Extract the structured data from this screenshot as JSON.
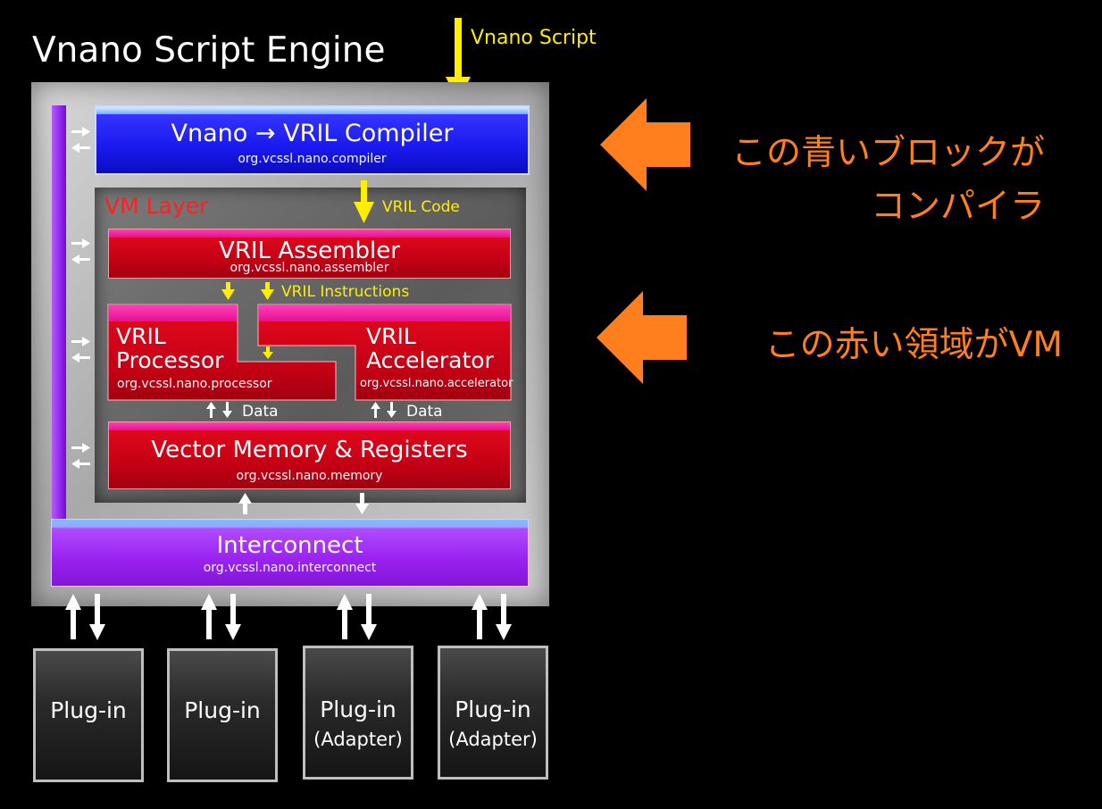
{
  "engine": {
    "title": "Vnano Script Engine",
    "script_input": "Vnano Script"
  },
  "compiler": {
    "title": "Vnano → VRIL  Compiler",
    "package": "org.vcssl.nano.compiler"
  },
  "vm_layer": {
    "title": "VM Layer",
    "code_label": "VRIL Code",
    "assembler": {
      "title": "VRIL Assembler",
      "package": "org.vcssl.nano.assembler"
    },
    "instructions_label": "VRIL Instructions",
    "processor": {
      "line1": "VRIL",
      "line2": "Processor",
      "package": "org.vcssl.nano.processor"
    },
    "accelerator": {
      "line1": "VRIL",
      "line2": "Accelerator",
      "package": "org.vcssl.nano.accelerator"
    },
    "data_label_left": "Data",
    "data_label_right": "Data",
    "memory": {
      "title": "Vector Memory & Registers",
      "package": "org.vcssl.nano.memory"
    }
  },
  "interconnect": {
    "title": "Interconnect",
    "package": "org.vcssl.nano.interconnect"
  },
  "plugins": [
    {
      "label": "Plug-in",
      "sub": ""
    },
    {
      "label": "Plug-in",
      "sub": ""
    },
    {
      "label": "Plug-in",
      "sub": "(Adapter)"
    },
    {
      "label": "Plug-in",
      "sub": "(Adapter)"
    }
  ],
  "notes": {
    "compiler_line1": "この青いブロックが",
    "compiler_line2": "コンパイラ",
    "vm": "この赤い領域がVM"
  },
  "colors": {
    "background": "#000000",
    "compiler_blue": "#1a1af0",
    "vm_red": "#c30014",
    "interconnect_purple": "#9a22f0",
    "note_orange": "#ff7f1e",
    "flow_yellow": "#ffee00"
  }
}
